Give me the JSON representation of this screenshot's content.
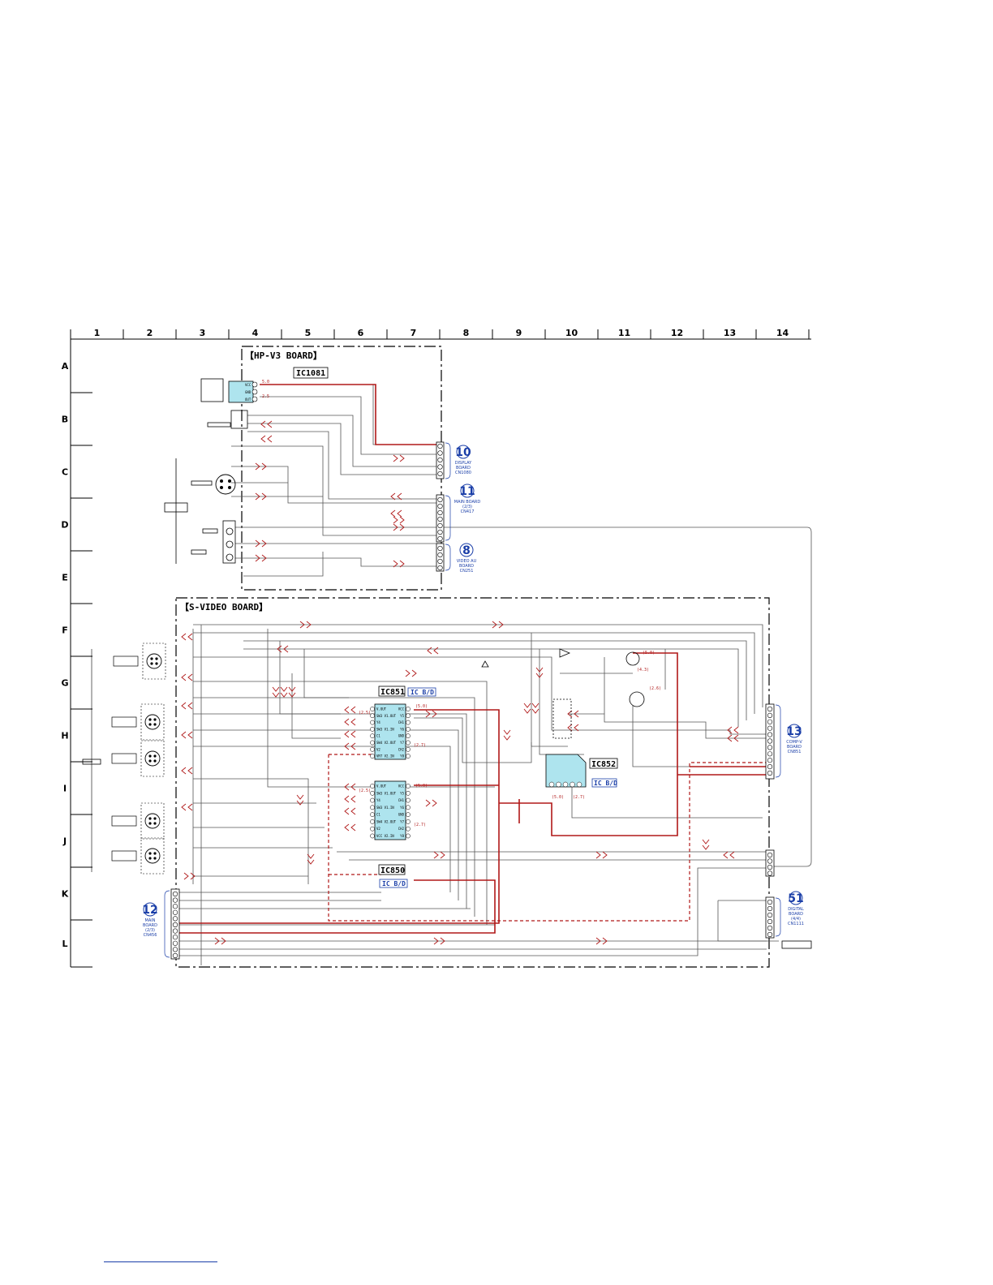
{
  "grid": {
    "columns": [
      "1",
      "2",
      "3",
      "4",
      "5",
      "6",
      "7",
      "8",
      "9",
      "10",
      "11",
      "12",
      "13",
      "14"
    ],
    "rows": [
      "A",
      "B",
      "C",
      "D",
      "E",
      "F",
      "G",
      "H",
      "I",
      "J",
      "K",
      "L"
    ]
  },
  "boards": {
    "hp": "【HP-V3 BOARD】",
    "svideo": "【S-VIDEO BOARD】"
  },
  "ics": [
    {
      "id": "ic1081",
      "label": "IC1081"
    },
    {
      "id": "ic851",
      "label": "IC851",
      "tag": "IC B/D"
    },
    {
      "id": "ic850",
      "label": "IC850",
      "tag": "IC B/D"
    },
    {
      "id": "ic852",
      "label": "IC852",
      "tag": "IC B/D"
    }
  ],
  "connectors": [
    {
      "id": "c10",
      "number": "10",
      "lines": [
        "DISPLAY",
        "BOARD",
        "CN1080"
      ]
    },
    {
      "id": "c11",
      "number": "11",
      "lines": [
        "MAIN BOARD",
        "(2/3)",
        "CN417"
      ]
    },
    {
      "id": "c8",
      "number": "8",
      "lines": [
        "VIDEO AU",
        "BOARD",
        "CN251"
      ]
    },
    {
      "id": "c13",
      "number": "13",
      "lines": [
        "COMP-V",
        "BOARD",
        "CN851"
      ]
    },
    {
      "id": "c51",
      "number": "51",
      "lines": [
        "DIGITAL",
        "BOARD",
        "(4/4)",
        "CN1111"
      ]
    },
    {
      "id": "c12",
      "number": "12",
      "lines": [
        "MAIN",
        "BOARD",
        "(2/3)",
        "CN456"
      ]
    }
  ],
  "ic1081_pins": [
    "VCC",
    "GND",
    "OUT"
  ],
  "ic1081_volts": [
    "5.0",
    "2.5"
  ],
  "ic851_left_pins": [
    "V.OUT",
    "SW3 V1.OUT",
    "Y4",
    "SW3 V1.IN",
    "C1",
    "SW4 V2.OUT",
    "V2",
    "VRT V2.IN"
  ],
  "ic851_right_pins": [
    "VCC",
    "Y5",
    "CH1",
    "Y6",
    "GND",
    "Y7",
    "CH2",
    "Y8"
  ],
  "ic851_volts": [
    "(5.0)",
    "(2.5)",
    "(2.7)"
  ],
  "ic850_left_pins": [
    "V.OUT",
    "SW3 V1.OUT",
    "Y4",
    "SW3 V1.IN",
    "C1",
    "SW4 V2.OUT",
    "V2",
    "VCC V2.IN"
  ],
  "ic850_right_pins": [
    "VCC",
    "Y5",
    "CH1",
    "Y6",
    "GND",
    "Y7",
    "CH2",
    "Y8"
  ],
  "ic850_volts": [
    "(5.0)",
    "(2.5)",
    "(2.7)"
  ],
  "ic852_volts": [
    "(5.0)",
    "(2.7)"
  ],
  "transistor_volts": [
    "(5.0)",
    "(4.3)",
    "(2.6)"
  ],
  "colors": {
    "ink": "#000000",
    "trace": "#555555",
    "power": "#b01818",
    "label_blue": "#1a3ea8",
    "ic_fill": "#aee4ee"
  }
}
